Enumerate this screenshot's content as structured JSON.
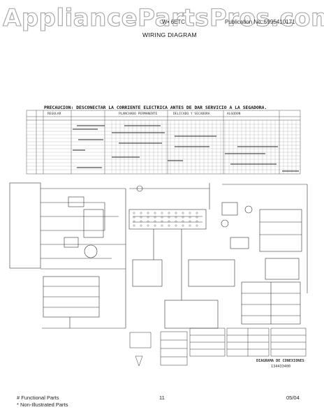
{
  "watermark": "AppliancePartsPros.com",
  "header": {
    "model_no": "W• 6ETC",
    "part_no": "Publication No. 5995410171",
    "title": "WIRING DIAGRAM"
  },
  "diagram": {
    "precaution": "PRECAUCION: DESCONECTAR LA CORRIENTE ELECTRICA ANTES DE DAR SERVICIO A LA SEGADORA.",
    "chart_headings": [
      "REGULAR",
      "PLANCHADO PERMANENTE",
      "DELICADO Y SECADORA",
      "ALGODON"
    ],
    "diagram_label": "DIAGRAMA DE CONEXIONES",
    "diagram_code": "134433400"
  },
  "footer": {
    "functional_parts": "# Functional Parts",
    "non_illustrated_parts": "* Non-Illustrated Parts",
    "page_number": "11",
    "date": "05/04"
  }
}
